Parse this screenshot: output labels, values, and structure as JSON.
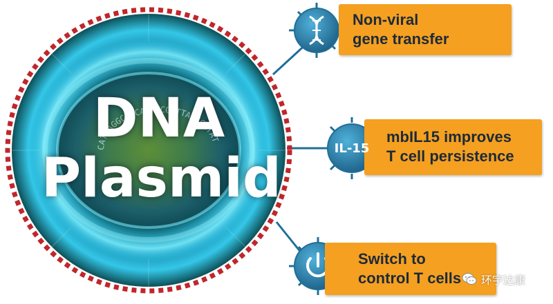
{
  "circle": {
    "title_line1": "DNA",
    "title_line2": "Plasmid",
    "dna_sequence_text": "CATCAGGCATCATATCGCTTATGCATAT"
  },
  "features": [
    {
      "icon": "dna-helix-icon",
      "line1": "Non-viral",
      "line2": "gene transfer"
    },
    {
      "icon": "il15-icon",
      "icon_text": "IL-15",
      "line1": "mbIL15 improves",
      "line2": "T cell persistence"
    },
    {
      "icon": "power-button-icon",
      "line1": "Switch to",
      "line2": "control T cells"
    }
  ],
  "colors": {
    "card": "#f5a020",
    "card_text": "#1d2a38",
    "icon_fill": "#2a7fad",
    "glow": "#21d4fd",
    "rim_dash": "#c0262b",
    "connector": "#1f6f98"
  },
  "watermark": {
    "text": "环宇达康",
    "icon": "wechat-icon"
  }
}
